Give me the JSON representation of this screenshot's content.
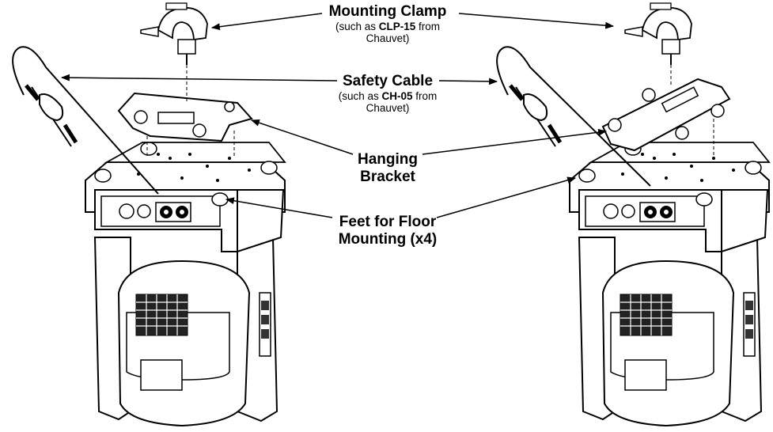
{
  "labels": {
    "mounting_clamp": {
      "title": "Mounting Clamp",
      "note_prefix": "(such as ",
      "note_model": "CLP-15",
      "note_suffix": " from",
      "note_line2": "Chauvet)"
    },
    "safety_cable": {
      "title": "Safety Cable",
      "note_prefix": "(such as ",
      "note_model": "CH-05",
      "note_suffix": " from",
      "note_line2": "Chauvet)"
    },
    "hanging_bracket": {
      "line1": "Hanging",
      "line2": "Bracket"
    },
    "feet": {
      "line1": "Feet for Floor",
      "line2": "Mounting (x4)"
    }
  }
}
